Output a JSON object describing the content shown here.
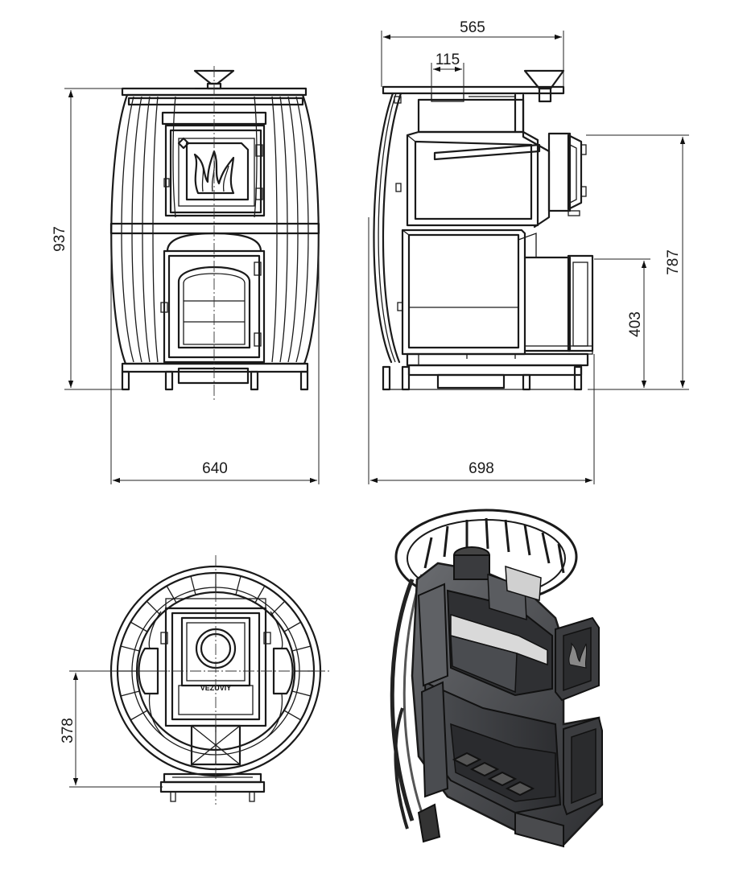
{
  "dimensions": {
    "front_height": "937",
    "front_width": "640",
    "side_top_width": "565",
    "side_chimney_width": "115",
    "side_total_depth": "698",
    "side_upper_height": "787",
    "side_lower_height": "403",
    "plan_offset": "378"
  },
  "brand": {
    "logo_text": "VEZUVIY"
  },
  "colors": {
    "line": "#1a1a1a",
    "metal_dark": "#3a3a3c",
    "metal_mid": "#55575a",
    "insulation": "#d9d9d9"
  },
  "icons": {
    "flame": "flame-icon",
    "arrow": "arrowhead-icon"
  }
}
